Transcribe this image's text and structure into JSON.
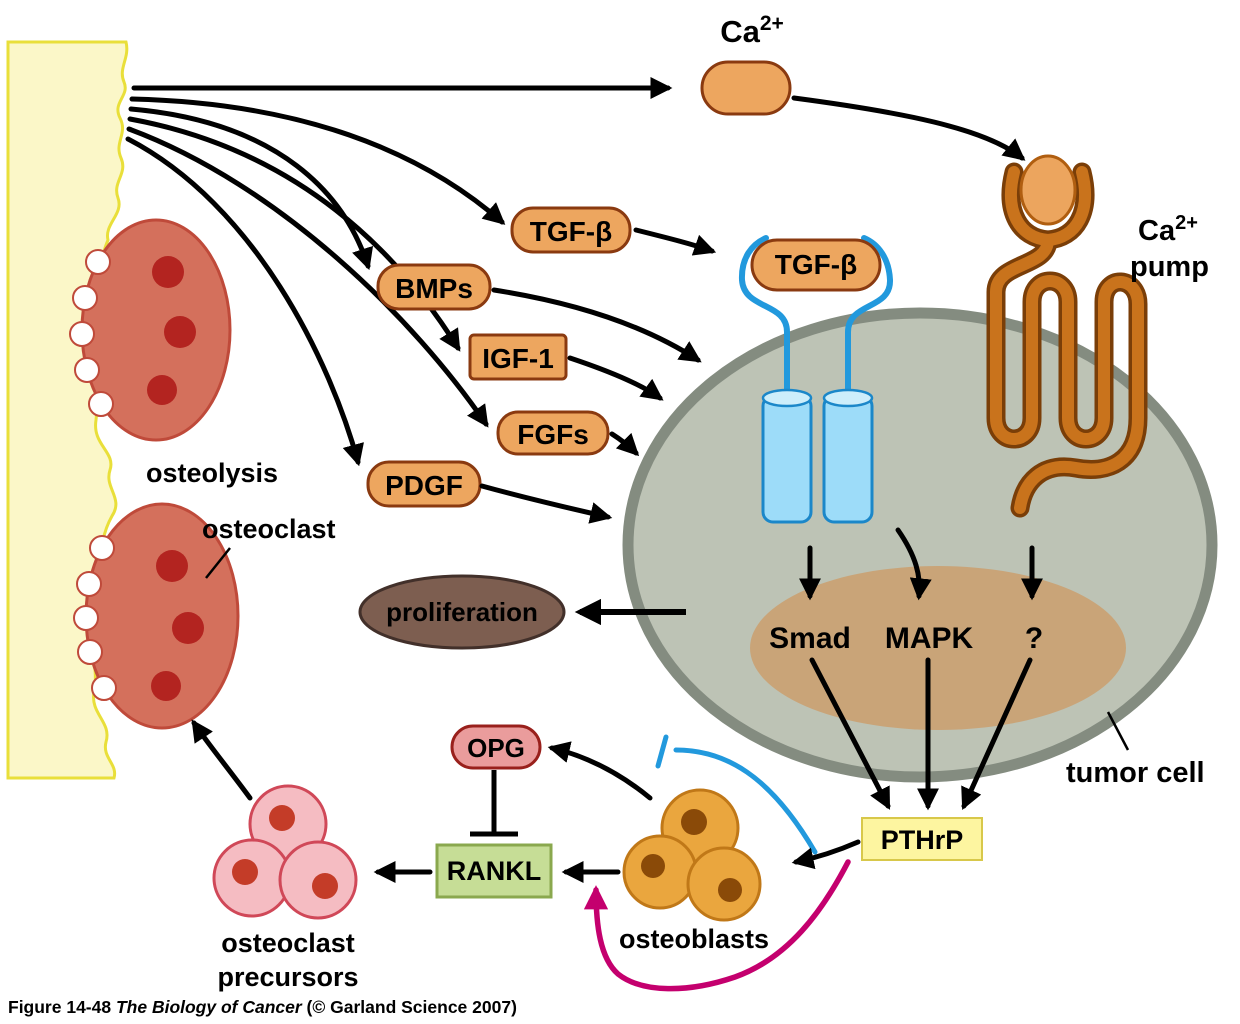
{
  "figure": {
    "caption_part1": "Figure 14-48  ",
    "caption_part2": "The Biology of Cancer",
    "caption_part3": " (© Garland Science 2007)"
  },
  "bone": {
    "osteolysis": "osteolysis",
    "osteoclast": "osteoclast"
  },
  "factors": {
    "ca_base": "Ca",
    "ca_sup": "2+",
    "tgfb": "TGF-β",
    "bmps": "BMPs",
    "igf1": "IGF-1",
    "fgfs": "FGFs",
    "pdgf": "PDGF"
  },
  "tumor": {
    "label": "tumor cell",
    "ligand": "TGF-β",
    "pump_base": "Ca",
    "pump_sup": "2+",
    "pump_word": "pump",
    "smad": "Smad",
    "mapk": "MAPK",
    "unknown": "?",
    "pthrp": "PTHrP",
    "proliferation": "proliferation"
  },
  "remodeling": {
    "opg": "OPG",
    "rankl": "RANKL",
    "osteoblasts": "osteoblasts",
    "precursors_line1": "osteoclast",
    "precursors_line2": "precursors"
  },
  "colors": {
    "bone_fill": "#fbf7c8",
    "bone_stroke": "#e9df3a",
    "osteoclast_fill": "#d4705c",
    "osteoclast_stroke": "#bf4a3a",
    "nucleus_red": "#b32420",
    "factor_pill_fill": "#eda65f",
    "factor_pill_stroke": "#8a3a10",
    "tumor_fill": "#bdc3b5",
    "tumor_stroke": "#848c80",
    "tumor_nucleus_fill": "#c9a478",
    "receptor_fill": "#9ddcf9",
    "receptor_stroke": "#1b87c9",
    "pump_color": "#c9731c",
    "pump_outline": "#7a3e08",
    "proliferation_fill": "#7d5e50",
    "pthrp_fill": "#fdf5a0",
    "opg_fill": "#ea9c9c",
    "opg_stroke": "#99201c",
    "rankl_fill": "#c6dd96",
    "rankl_stroke": "#8aa84e",
    "osteoblast_fill": "#eaa63e",
    "osteoblast_nucleus": "#8a4a08",
    "precursor_fill": "#f5bcc2",
    "precursor_stroke": "#d04858",
    "precursor_nucleus": "#c43c28",
    "magenta": "#c4006e",
    "inhibition_blue": "#2299dd"
  }
}
